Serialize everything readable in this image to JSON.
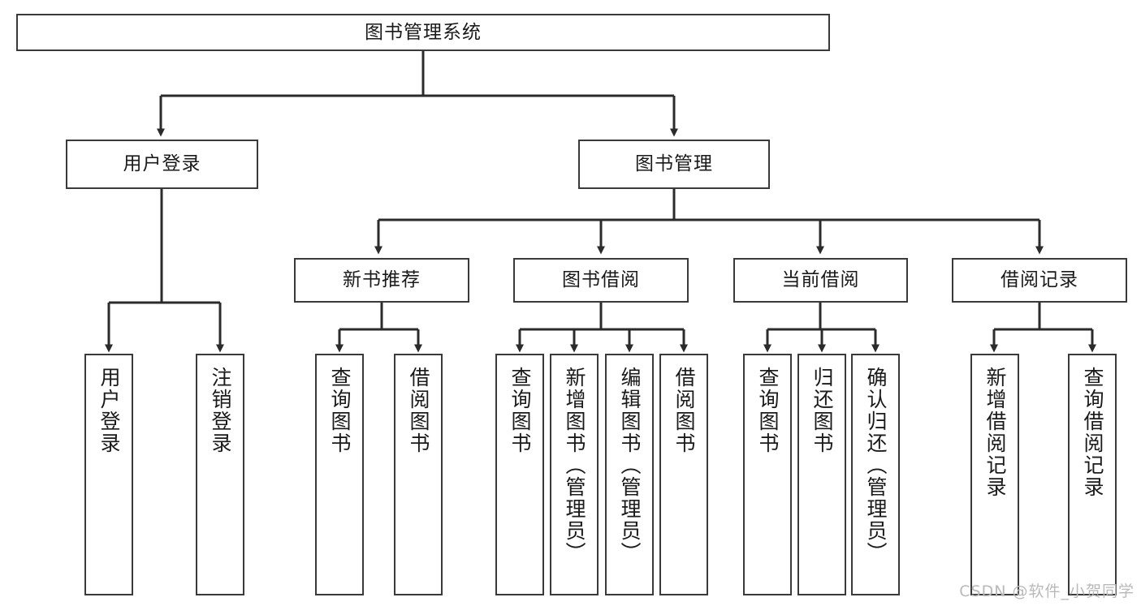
{
  "diagram": {
    "type": "hierarchy-tree",
    "title": "图书管理系统",
    "watermark": "CSDN @软件_小贺同学",
    "colors": {
      "box_border": "#3a3a3a",
      "box_fill": "#ffffff",
      "connector": "#2b2b2b",
      "text": "#1a1a1a",
      "watermark": "#b9b9b9"
    },
    "levels": {
      "root": {
        "label": "图书管理系统"
      },
      "level2": [
        {
          "label": "用户登录"
        },
        {
          "label": "图书管理"
        }
      ],
      "level3": [
        {
          "label": "新书推荐"
        },
        {
          "label": "图书借阅"
        },
        {
          "label": "当前借阅"
        },
        {
          "label": "借阅记录"
        }
      ],
      "leaves": {
        "user_login": [
          {
            "label": "用户登录"
          },
          {
            "label": "注销登录"
          }
        ],
        "new_book_recommend": [
          {
            "label": "查询图书"
          },
          {
            "label": "借阅图书"
          }
        ],
        "book_borrow": [
          {
            "label": "查询图书"
          },
          {
            "label": "新增图书（管理员）"
          },
          {
            "label": "编辑图书（管理员）"
          },
          {
            "label": "借阅图书"
          }
        ],
        "current_borrow": [
          {
            "label": "查询图书"
          },
          {
            "label": "归还图书"
          },
          {
            "label": "确认归还（管理员）"
          }
        ],
        "borrow_record": [
          {
            "label": "新增借阅记录"
          },
          {
            "label": "查询借阅记录"
          }
        ]
      }
    }
  }
}
